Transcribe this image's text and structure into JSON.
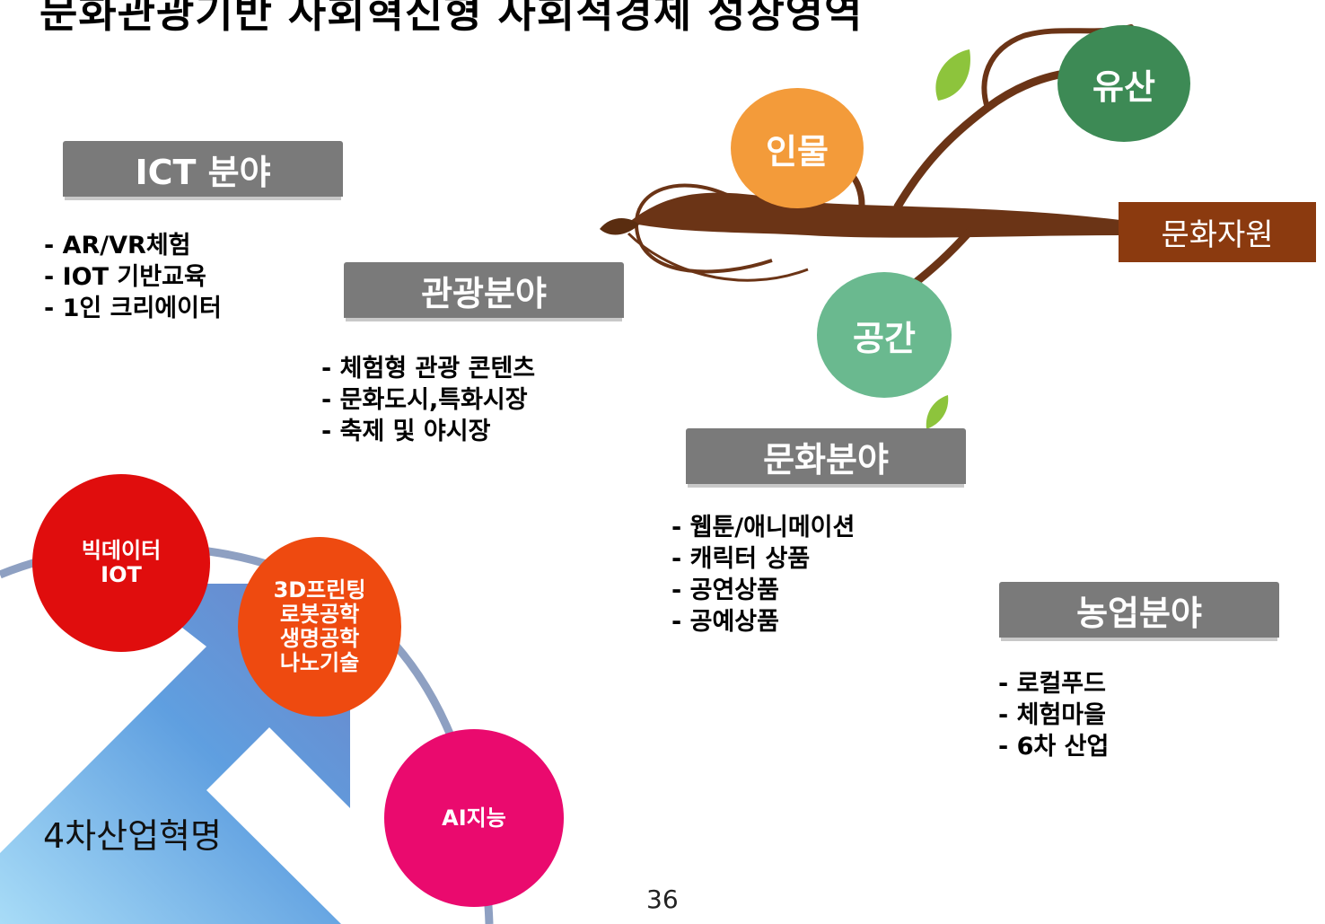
{
  "title": "문화관광기반 사회혁신형 사회적경제 성장영역",
  "sectors": {
    "ict": {
      "label": "ICT 분야",
      "items": [
        "- AR/VR체험",
        "- IOT 기반교육",
        "- 1인 크리에이터"
      ]
    },
    "tourism": {
      "label": "관광분야",
      "items": [
        "- 체험형 관광 콘텐츠",
        "- 문화도시,특화시장",
        "- 축제 및 야시장"
      ]
    },
    "culture": {
      "label": "문화분야",
      "items": [
        "- 웹툰/애니메이션",
        "- 캐릭터 상품",
        "- 공연상품",
        "- 공예상품"
      ]
    },
    "agriculture": {
      "label": "농업분야",
      "items": [
        "- 로컬푸드",
        "- 체험마을",
        "- 6차 산업"
      ]
    }
  },
  "tree": {
    "resource_label": "문화자원",
    "circles": [
      {
        "label": "유산",
        "color": "#3d8a55"
      },
      {
        "label": "인물",
        "color": "#f39b3a"
      },
      {
        "label": "공간",
        "color": "#6ab98f"
      }
    ]
  },
  "tech": {
    "revolution_label": "4차산업혁명",
    "circles": [
      {
        "lines": [
          "빅데이터",
          "IOT"
        ],
        "color": "#e00d0d"
      },
      {
        "lines": [
          "3D프린팅",
          "로봇공학",
          "생명공학",
          "나노기술"
        ],
        "color": "#ee4a10"
      },
      {
        "lines": [
          "AI지능"
        ],
        "color": "#ea0a6e"
      }
    ]
  },
  "page_number": "36"
}
